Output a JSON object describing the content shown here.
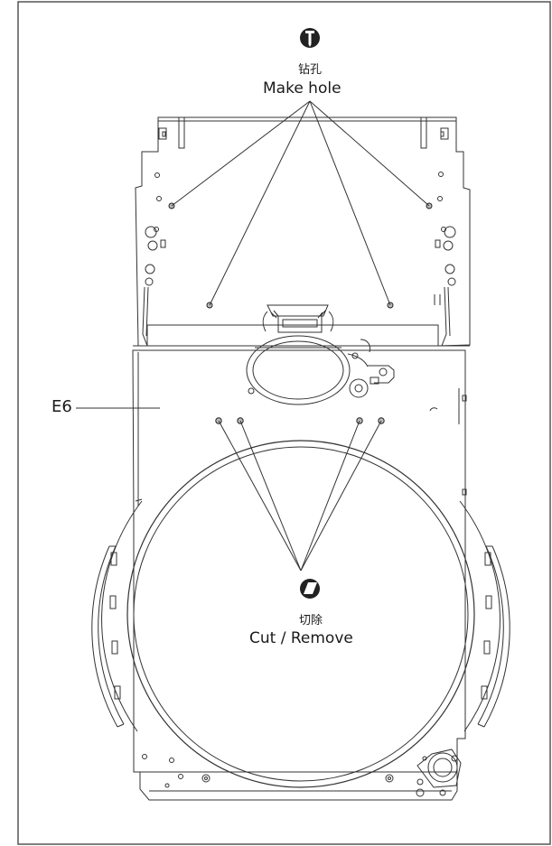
{
  "drill_callout": {
    "icon": "drill-icon",
    "label_zh": "钻孔",
    "label_en": "Make hole"
  },
  "cut_callout": {
    "icon": "cut-knife-icon",
    "label_zh": "切除",
    "label_en": "Cut / Remove"
  },
  "part_label": "E6",
  "colors": {
    "line": "#333333",
    "icon_fill": "#222222",
    "frame": "#555555"
  }
}
